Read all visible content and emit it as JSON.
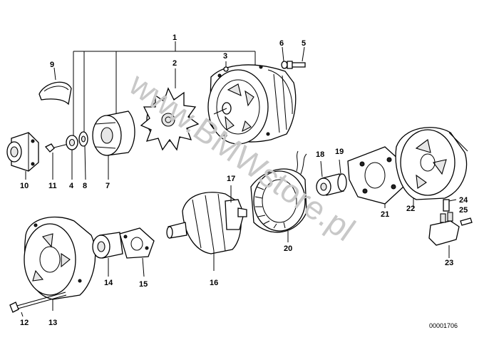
{
  "diagram": {
    "watermark": "www.BMWstore.pl",
    "drawing_number": "00001706",
    "callouts": {
      "p1": "1",
      "p2": "2",
      "p3": "3",
      "p4": "4",
      "p5": "5",
      "p6": "6",
      "p7": "7",
      "p8": "8",
      "p9": "9",
      "p10": "10",
      "p11": "11",
      "p12": "12",
      "p13": "13",
      "p14": "14",
      "p15": "15",
      "p16": "16",
      "p17": "17",
      "p18": "18",
      "p19": "19",
      "p20": "20",
      "p21": "21",
      "p22": "22",
      "p23": "23",
      "p24": "24",
      "p25": "25"
    }
  }
}
